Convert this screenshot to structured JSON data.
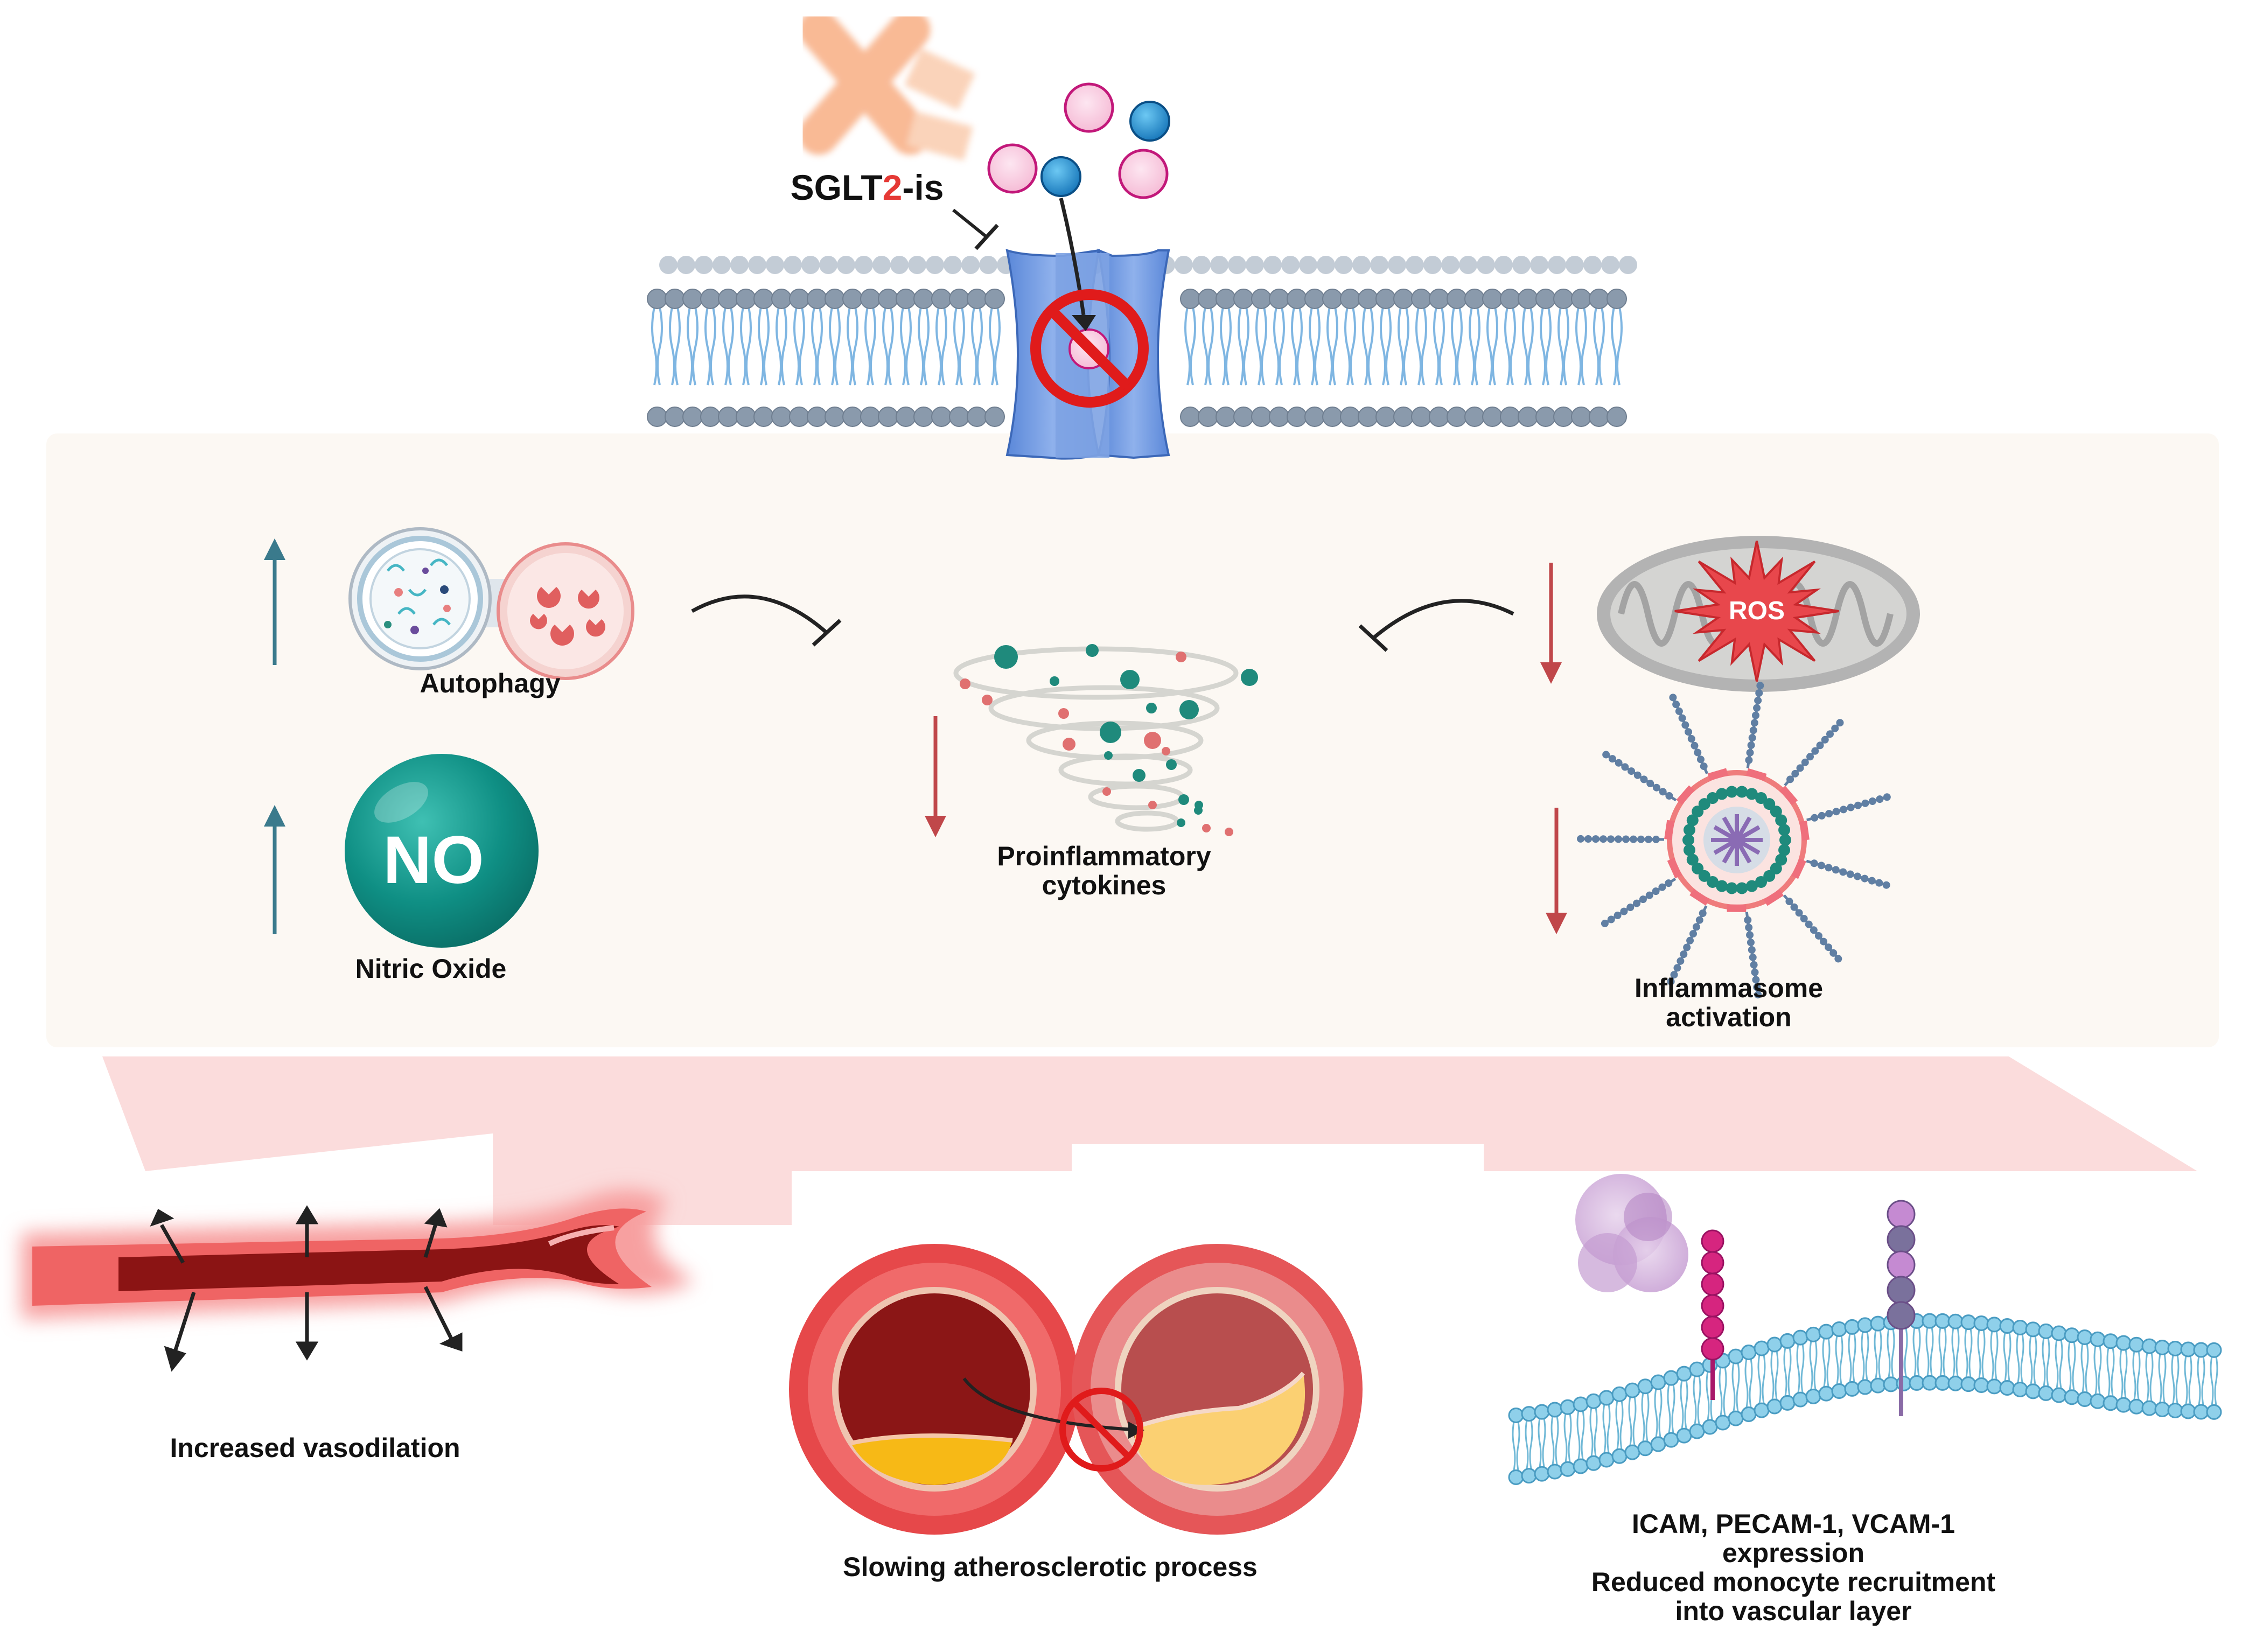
{
  "drug": {
    "name_prefix": "SGLT",
    "name_digit": "2",
    "name_suffix": "-is"
  },
  "ros_label": "ROS",
  "no_label": "NO",
  "effects": {
    "autophagy": "Autophagy",
    "nitric_oxide": "Nitric Oxide",
    "cytokines_line1": "Proinflammatory",
    "cytokines_line2": "cytokines",
    "inflammasome_line1": "Inflammasome",
    "inflammasome_line2": "activation"
  },
  "outcomes": {
    "vasodilation": "Increased vasodilation",
    "atherosclerosis": "Slowing atherosclerotic process",
    "adhesion_line1": "ICAM, PECAM-1, VCAM-1",
    "adhesion_line2": "expression",
    "adhesion_line3": "Reduced monocyte recruitment",
    "adhesion_line4": "into vascular layer"
  },
  "colors": {
    "up_arrow": "#3a7a8c",
    "down_arrow": "#c0474a",
    "membrane_head": "#8a9aac",
    "inhibit_sign": "#e01b1b",
    "no_sphere": "#0f8f84",
    "panel_bg": "#fcf8f3",
    "funnel": "#fad6d6"
  }
}
